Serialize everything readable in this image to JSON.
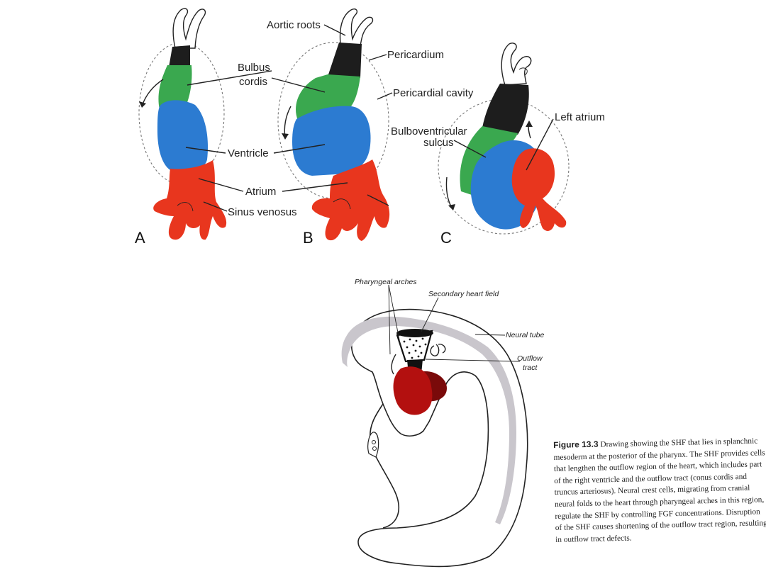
{
  "top_figure": {
    "labels": {
      "aortic_roots": "Aortic roots",
      "pericardium": "Pericardium",
      "bulbus_cordis_1": "Bulbus",
      "bulbus_cordis_2": "cordis",
      "pericardial_cavity": "Pericardial cavity",
      "bulboventricular_1": "Bulboventricular",
      "bulboventricular_2": "sulcus",
      "left_atrium": "Left atrium",
      "ventricle": "Ventricle",
      "atrium": "Atrium",
      "sinus_venosus": "Sinus venosus"
    },
    "panels": [
      "A",
      "B",
      "C"
    ]
  },
  "bottom_figure": {
    "labels": {
      "pharyngeal_arches": "Pharyngeal arches",
      "secondary_heart_field": "Secondary heart field",
      "neural_tube": "Neural tube",
      "outflow_1": "Outflow",
      "outflow_2": "tract"
    }
  },
  "caption": {
    "figure_label": "Figure 13.3",
    "text": "Drawing showing the SHF that lies in splanchnic mesoderm at the posterior of the pharynx. The SHF provides cells that lengthen the outflow region of the heart, which includes part of the right ventricle and the outflow tract (conus cordis and truncus arteriosus). Neural crest cells, migrating from cranial neural folds to the heart through pharyngeal arches in this region, regulate the SHF by controlling FGF concentrations. Disruption of the SHF causes shortening of the outflow tract region, resulting in outflow tract defects."
  },
  "colors": {
    "green": "#3aa84f",
    "blue": "#2c7bd1",
    "red": "#e8361e",
    "black": "#1d1d1d",
    "dark_red": "#b3100f",
    "maroon": "#7a0a0a",
    "neural_gray": "#c9c6cc"
  }
}
